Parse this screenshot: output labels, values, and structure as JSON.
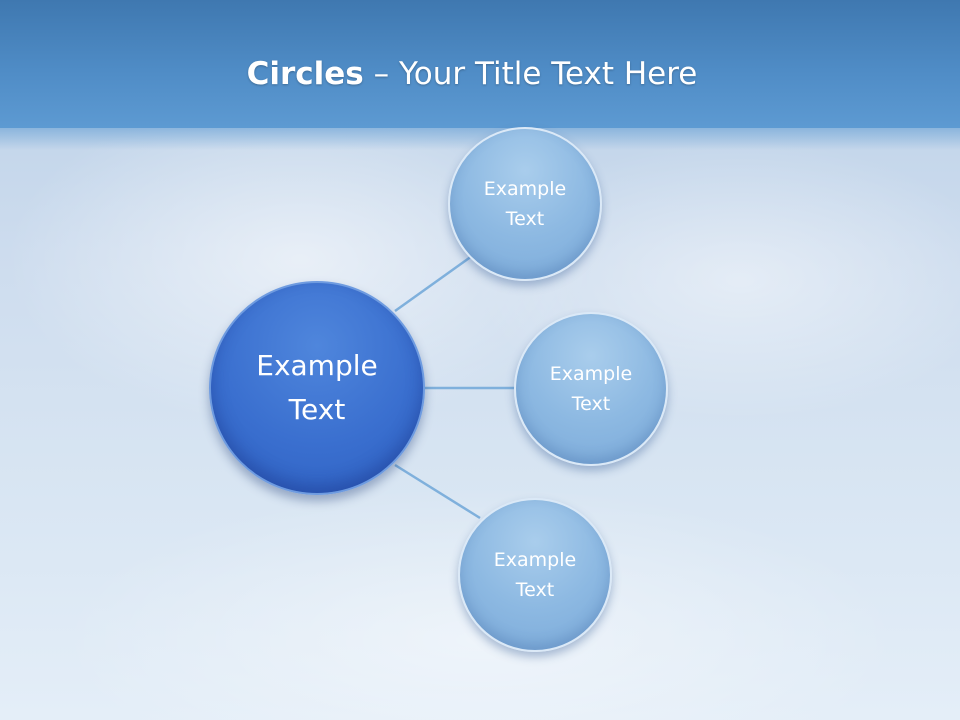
{
  "slide": {
    "title_bold": "Circles",
    "title_rest": " – Your Title Text Here"
  },
  "diagram": {
    "center": {
      "line1": "Example",
      "line2": "Text"
    },
    "nodes": [
      {
        "line1": "Example",
        "line2": "Text"
      },
      {
        "line1": "Example",
        "line2": "Text"
      },
      {
        "line1": "Example",
        "line2": "Text"
      }
    ]
  },
  "colors": {
    "title_bar": "#4f8cc6",
    "center_circle": "#3a6fcf",
    "satellite_circle": "#8db9e2",
    "connector": "#7fb0dc"
  }
}
